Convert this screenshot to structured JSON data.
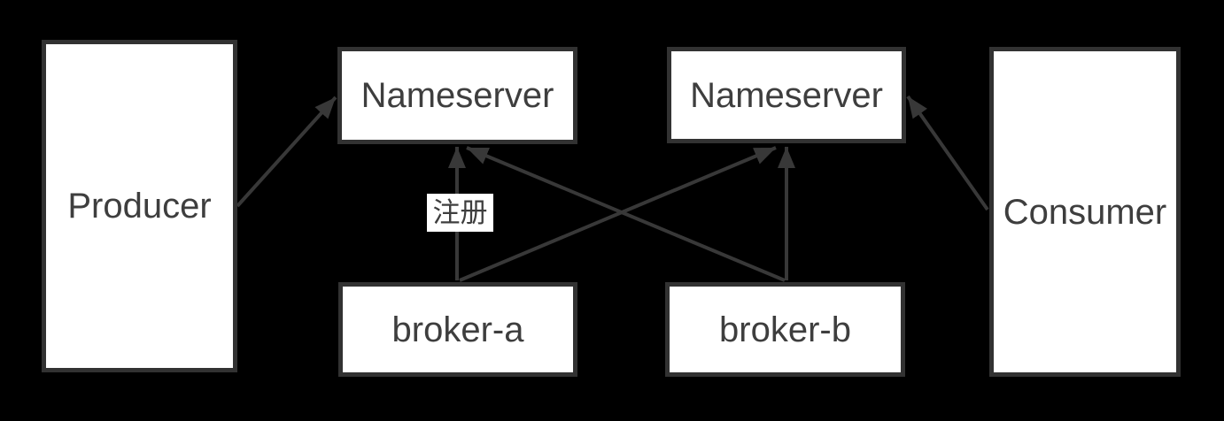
{
  "diagram": {
    "colors": {
      "background": "#000000",
      "node_fill": "#ffffff",
      "node_border": "#323232",
      "text": "#3e3e3e",
      "arrow": "#383838"
    },
    "nodes": {
      "producer": {
        "label": "Producer"
      },
      "nameserver1": {
        "label": "Nameserver"
      },
      "nameserver2": {
        "label": "Nameserver"
      },
      "broker_a": {
        "label": "broker-a"
      },
      "broker_b": {
        "label": "broker-b"
      },
      "consumer": {
        "label": "Consumer"
      }
    },
    "edge_label": {
      "text": "注册"
    },
    "edges": [
      {
        "from": "producer",
        "to": "nameserver1",
        "label": ""
      },
      {
        "from": "broker-a",
        "to": "nameserver1",
        "label": "注册"
      },
      {
        "from": "broker-a",
        "to": "nameserver2",
        "label": ""
      },
      {
        "from": "broker-b",
        "to": "nameserver1",
        "label": ""
      },
      {
        "from": "broker-b",
        "to": "nameserver2",
        "label": ""
      },
      {
        "from": "consumer",
        "to": "nameserver2",
        "label": ""
      }
    ]
  }
}
